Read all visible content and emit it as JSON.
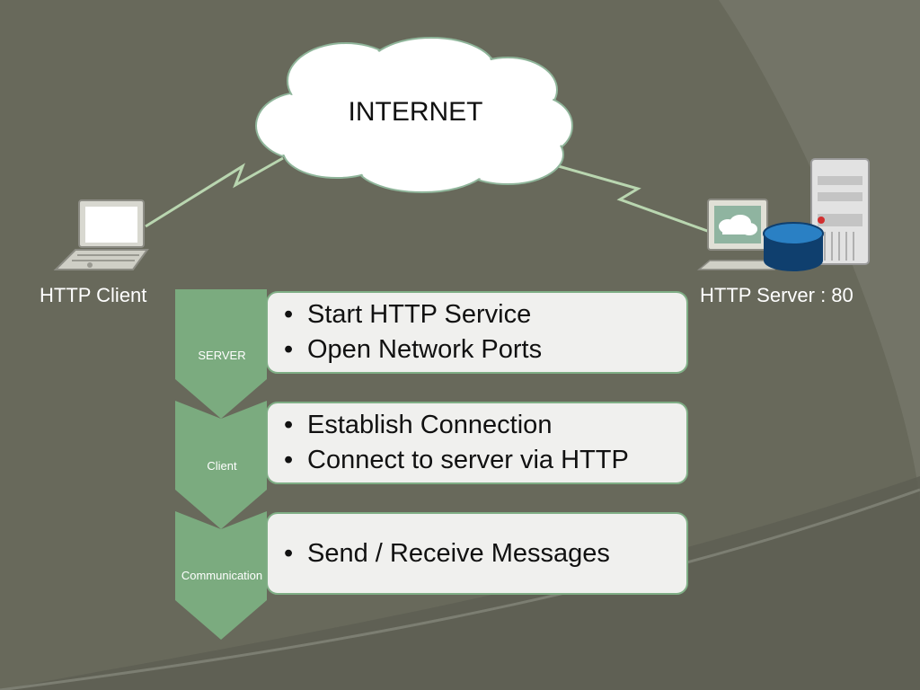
{
  "colors": {
    "background": "#68695b",
    "accent_green": "#7bab7f",
    "box_fill": "#f0f0ee",
    "cloud_fill": "#ffffff",
    "link_line": "#b9d6b0"
  },
  "cloud": {
    "label": "INTERNET",
    "icon": "cloud-icon"
  },
  "client": {
    "label": "HTTP Client",
    "icon": "laptop-icon"
  },
  "server": {
    "label": "HTTP Server : 80",
    "icon": "server-icon"
  },
  "steps": [
    {
      "stage": "SERVER",
      "bullets": [
        "Start HTTP Service",
        "Open Network Ports"
      ]
    },
    {
      "stage": "Client",
      "bullets": [
        "Establish Connection",
        "Connect to server via HTTP"
      ]
    },
    {
      "stage": "Communication",
      "bullets": [
        "Send / Receive Messages"
      ]
    }
  ]
}
